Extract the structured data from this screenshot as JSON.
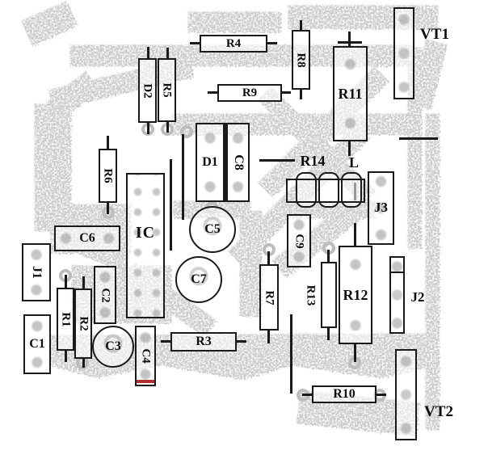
{
  "labels": {
    "r1": "R1",
    "r2": "R2",
    "r3": "R3",
    "r4": "R4",
    "r5": "R5",
    "r6": "R6",
    "r7": "R7",
    "r8": "R8",
    "r9": "R9",
    "r10": "R10",
    "r11": "R11",
    "r12": "R12",
    "r13": "R13",
    "r14": "R14",
    "c1": "C1",
    "c2": "C2",
    "c3": "C3",
    "c4": "C4",
    "c5": "C5",
    "c6": "C6",
    "c7": "C7",
    "c8": "C8",
    "c9": "C9",
    "d1": "D1",
    "d2": "D2",
    "ic": "IC",
    "j1": "J1",
    "j2": "J2",
    "j3": "J3",
    "l": "L",
    "vt1": "VT1",
    "vt2": "VT2"
  },
  "colors": {
    "trace_gray": "#c9c9c9",
    "outline": "#1a1a1a",
    "red_artifact": "#b03030",
    "background": "#ffffff"
  }
}
